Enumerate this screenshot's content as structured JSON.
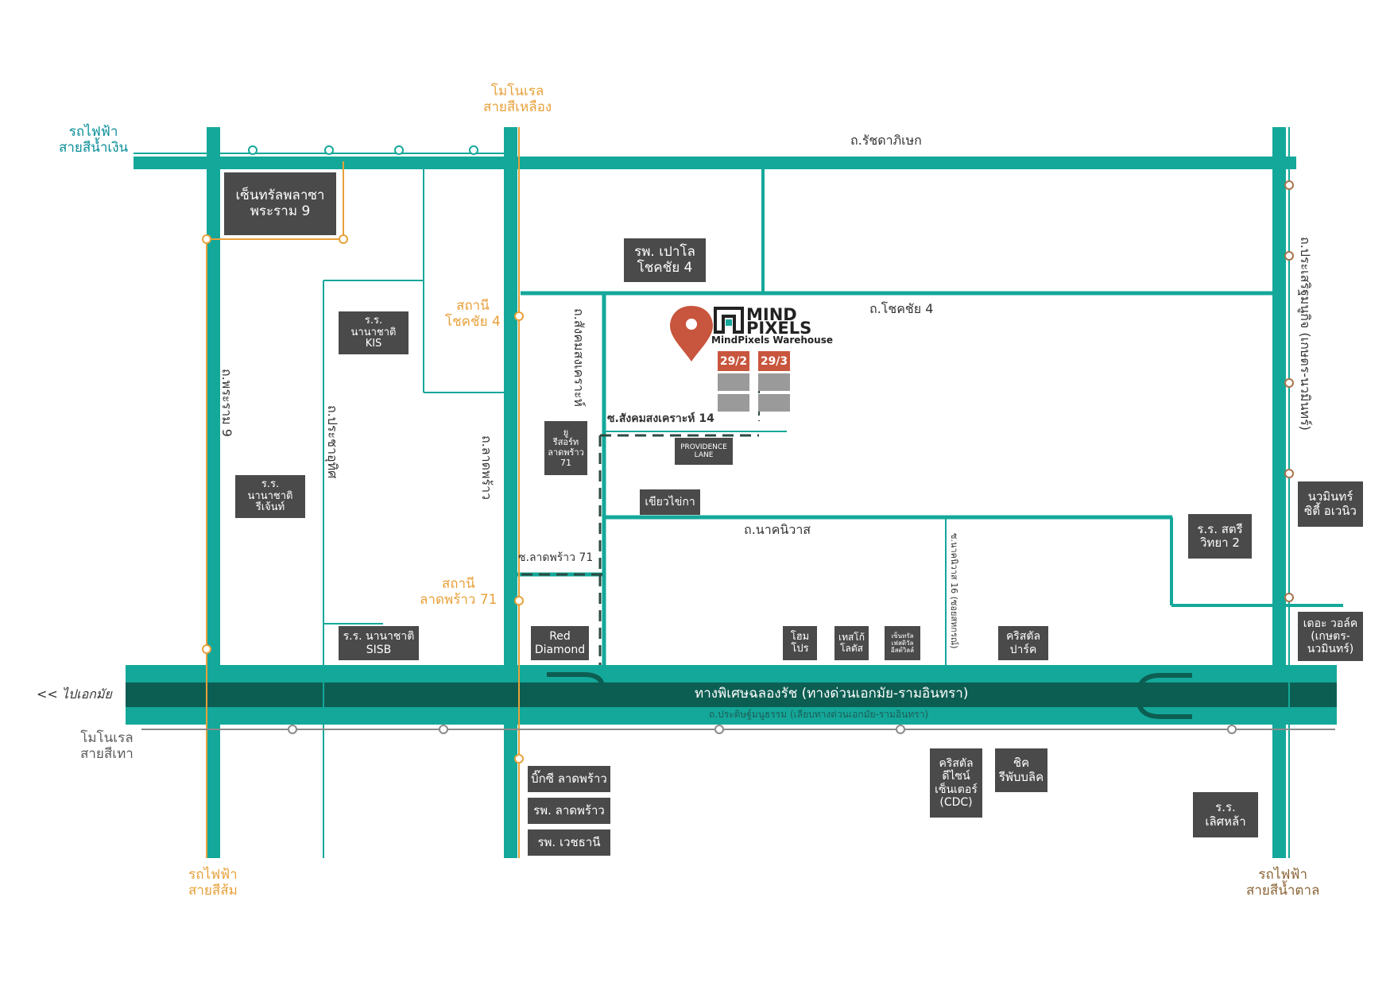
{
  "lines": {
    "blue": "รถไฟฟ้า\nสายสีน้ำเงิน",
    "yellow": "โมโนเรล\nสายสีเหลือง",
    "orange": "รถไฟฟ้า\nสายสีส้ม",
    "gray": "โมโนเรล\nสายสีเทา",
    "brown": "รถไฟฟ้า\nสายสีน้ำตาล"
  },
  "stations": {
    "chokchai4": "สถานี\nโชคชัย 4",
    "ladprao71": "สถานี\nลาดพร้าว 71"
  },
  "roads": {
    "ratchadaphisek": "ถ.รัชดาภิเษก",
    "chokchai4": "ถ.โชคชัย 4",
    "praram9": "ถ.พระราม 9",
    "pracha_uthit": "ถ.ประชาอุทิศ",
    "ladprao": "ถ.ลาดพร้าว",
    "sangkhom": "ถ.สังคมสงเคราะห์",
    "soi_sangkhom14": "ซ.สังคมสงเคราะห์ 14",
    "nak_niwat": "ถ.นาคนิวาส",
    "soi_ladprao71": "ซ.ลาดพร้าว 71",
    "nak_niwat16": "ซ.นาคนิวาส 16 (ซอยสหกรณ์)",
    "prasert": "ถ.ประเสริฐมนูกิจ (เกษตร-นวมินทร์)",
    "expressway": "ทางพิเศษฉลองรัช (ทางด่วนเอกมัย-รามอินทรา)",
    "pradit": "ถ.ประดิษฐ์มนูธรรม (เลียบทางด่วนเอกมัย-รามอินทรา)",
    "to_ekkamai": "<< ไปเอกมัย"
  },
  "landmarks": {
    "central_rama9": "เซ็นทรัลพลาซา\nพระราม 9",
    "paolo": "รพ. เปาโล\nโชคชัย 4",
    "kis": "ร.ร. นานาชาติ\nKIS",
    "regent": "ร.ร. นานาชาติ\nรีเจ้นท์",
    "sisb": "ร.ร. นานาชาติ\nSISB",
    "u_store": "ยู\nรีสอร์ท\nลาดพร้าว\n71",
    "providence": "PROVIDENCE\nLANE",
    "kiao_khai_ka": "เขียวไข่กา",
    "red_diamond": "Red\nDiamond",
    "homepro": "โฮม\nโปร",
    "tesco": "เทสโก้\nโลตัส",
    "central_festival": "เซ็นทรัล\nเฟสติวัล\nอีสต์วิลล์",
    "crystal_park": "คริสตัล\nปาร์ค",
    "satri": "ร.ร. สตรี\nวิทยา 2",
    "nawamin_city": "นวมินทร์\nซิตี้ อเวนิว",
    "the_walk": "เดอะ วอล์ค\n(เกษตร-\nนวมินทร์)",
    "bigc": "บิ๊กซี ลาดพร้าว",
    "ladprao_hosp": "รพ. ลาดพร้าว",
    "vejthani": "รพ. เวชธานี",
    "cdc": "คริสตัล\nดีไซน์\nเซ็นเตอร์\n(CDC)",
    "chic": "ชิค\nรีพับบลิค",
    "lertla": "ร.ร.\nเลิศหล้า"
  },
  "brand": {
    "name1": "MIND",
    "name2": "PIXELS",
    "subtitle": "MindPixels Warehouse",
    "unit_a": "29/2",
    "unit_b": "29/3"
  },
  "colors": {
    "teal": "#14a89a",
    "dark_teal": "#0d5e52",
    "orange_line": "#e8a13a",
    "pin": "#c8553d",
    "box": "#4a4a4a"
  }
}
